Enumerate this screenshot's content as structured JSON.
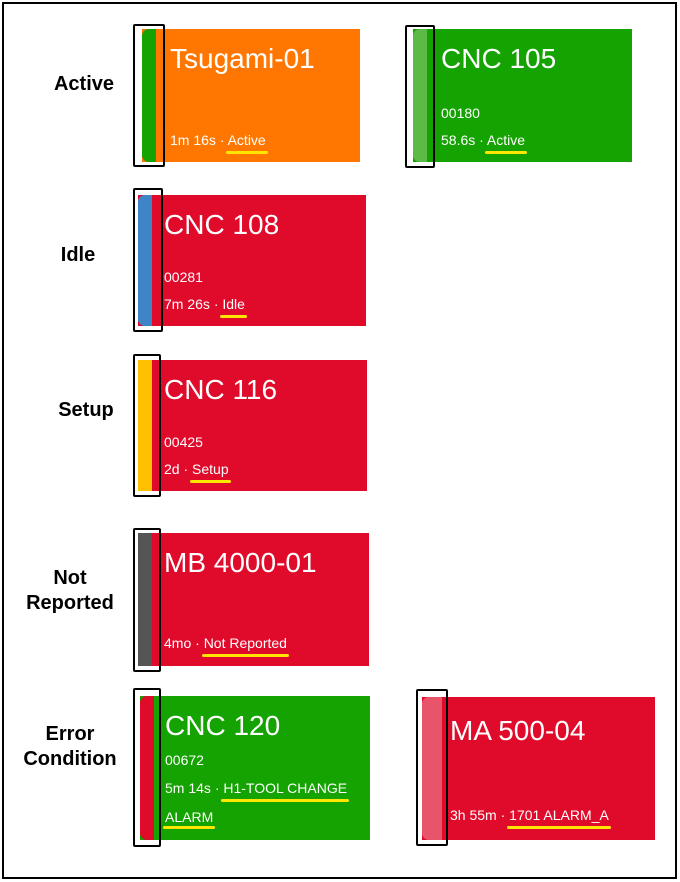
{
  "colors": {
    "active_green": "#14a300",
    "active_green_light": "#5cba47",
    "idle_blue": "#3d85c6",
    "setup_yellow": "#ffc000",
    "not_reported_gray": "#555555",
    "error_red": "#e00a2b",
    "error_pink": "#e8546a",
    "orange": "#ff7700",
    "card_red": "#e00a2b",
    "card_green": "#14a300",
    "highlight_yellow": "#ffe600"
  },
  "rows": {
    "active": {
      "label": "Active"
    },
    "idle": {
      "label": "Idle"
    },
    "setup": {
      "label": "Setup"
    },
    "not_reported": {
      "label_line1": "Not",
      "label_line2": "Reported"
    },
    "error": {
      "label_line1": "Error",
      "label_line2": "Condition"
    }
  },
  "cards": {
    "tsugami": {
      "name": "Tsugami-01",
      "duration": "1m 16s",
      "status": "Active"
    },
    "cnc105": {
      "name": "CNC 105",
      "code": "00180",
      "duration": "58.6s",
      "status": "Active"
    },
    "cnc108": {
      "name": "CNC 108",
      "code": "00281",
      "duration": "7m 26s",
      "status": "Idle"
    },
    "cnc116": {
      "name": "CNC 116",
      "code": "00425",
      "duration": "2d",
      "status": "Setup"
    },
    "mb4000": {
      "name": "MB 4000-01",
      "duration": "4mo",
      "status": "Not Reported"
    },
    "cnc120": {
      "name": "CNC 120",
      "code": "00672",
      "duration": "5m 14s",
      "status": "H1-TOOL CHANGE",
      "status_cont": "ALARM"
    },
    "ma500": {
      "name": "MA 500-04",
      "duration": "3h 55m",
      "status": "1701 ALARM_A"
    }
  },
  "separator": "·"
}
